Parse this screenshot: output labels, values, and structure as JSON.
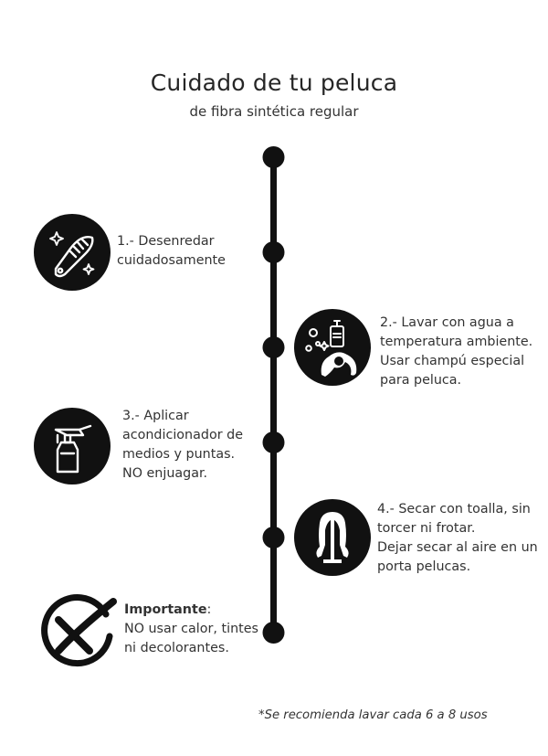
{
  "header": {
    "title": "Cuidado de tu peluca",
    "subtitle": "de fibra sintética regular"
  },
  "steps": [
    {
      "lines": [
        "1.- Desenredar",
        "cuidadosamente"
      ],
      "icon": "comb-icon"
    },
    {
      "lines": [
        "2.- Lavar con agua a",
        "temperatura ambiente.",
        "Usar champú especial",
        "para peluca."
      ],
      "icon": "shampoo-wash-icon"
    },
    {
      "lines": [
        "3.- Aplicar",
        "acondicionador de",
        "medios y puntas.",
        "NO enjuagar."
      ],
      "icon": "spray-bottle-icon"
    },
    {
      "lines": [
        "4.- Secar con toalla, sin",
        "torcer ni frotar.",
        "Dejar secar al aire en un",
        "porta pelucas."
      ],
      "icon": "wig-stand-icon"
    }
  ],
  "important": {
    "label": "Importante",
    "suffix": ":",
    "lines": [
      "NO usar calor, tintes",
      "ni decolorantes."
    ],
    "icon": "prohibited-check-icon"
  },
  "footnote": "*Se recomienda lavar cada 6 a 8 usos",
  "colors": {
    "line": "#111111",
    "icon_bg": "#111111",
    "text": "#333333"
  }
}
